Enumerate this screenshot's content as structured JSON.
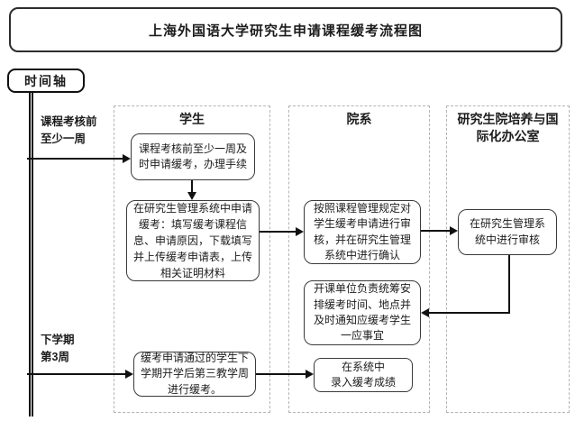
{
  "title": "上海外国语大学研究生申请课程缓考流程图",
  "timeline": {
    "label": "时间轴",
    "milestones": [
      {
        "label": "课程考核前\n至少一周"
      },
      {
        "label": "下学期\n第3周"
      }
    ]
  },
  "lanes": [
    {
      "header": "学生"
    },
    {
      "header": "院系"
    },
    {
      "header": "研究生院培养与国际化办公室"
    }
  ],
  "nodes": {
    "student_apply": "课程考核前至少一周及时申请缓考，办理手续",
    "student_system": "在研究生管理系统中申请缓考：填写缓考课程信息、申请原因，下载填写并上传缓考申请表，上传相关证明材料",
    "student_exam": "缓考申请通过的学生下学期开学后第三教学周进行缓考。",
    "dept_review": "按照课程管理规定对学生缓考申请进行审核，并在研究生管理系统中进行确认",
    "dept_arrange": "开课单位负责统筹安排缓考时间、地点并及时通知应缓考学生一应事宜",
    "dept_grade": "在系统中\n录入缓考成绩",
    "gs_review": "在研究生管理系\n统中进行审核"
  },
  "colors": {
    "line": "#111111",
    "box_border": "#3a3a3a",
    "lane_border": "#b4b4b4",
    "background": "#ffffff",
    "text": "#1c1c1c"
  }
}
